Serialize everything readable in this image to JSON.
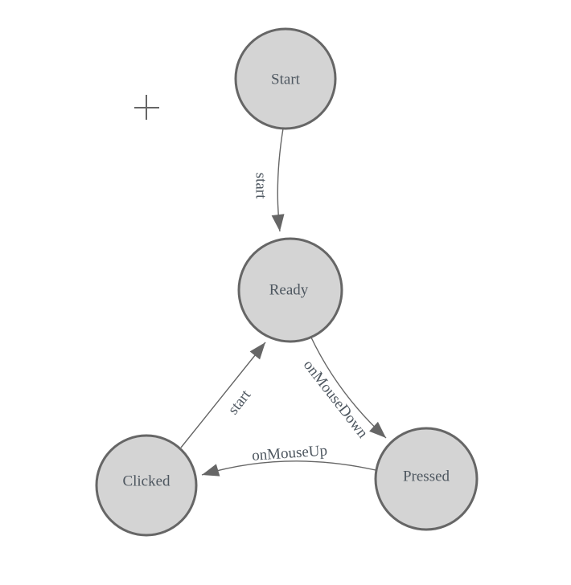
{
  "canvas": {
    "background": "#ffffff"
  },
  "icons": {
    "add_crosshair": "plus-crosshair-icon"
  },
  "colors": {
    "node_fill": "#d4d4d4",
    "node_stroke": "#666666",
    "edge_stroke": "#666666",
    "arrow_fill": "#666666",
    "label_text": "#4e5760",
    "crosshair": "#666666"
  },
  "nodes": [
    {
      "id": "start",
      "label": "Start"
    },
    {
      "id": "ready",
      "label": "Ready"
    },
    {
      "id": "clicked",
      "label": "Clicked"
    },
    {
      "id": "pressed",
      "label": "Pressed"
    }
  ],
  "edges": [
    {
      "from": "start",
      "to": "ready",
      "label": "start"
    },
    {
      "from": "ready",
      "to": "pressed",
      "label": "onMouseDown"
    },
    {
      "from": "pressed",
      "to": "clicked",
      "label": "onMouseUp"
    },
    {
      "from": "clicked",
      "to": "ready",
      "label": "start"
    }
  ]
}
